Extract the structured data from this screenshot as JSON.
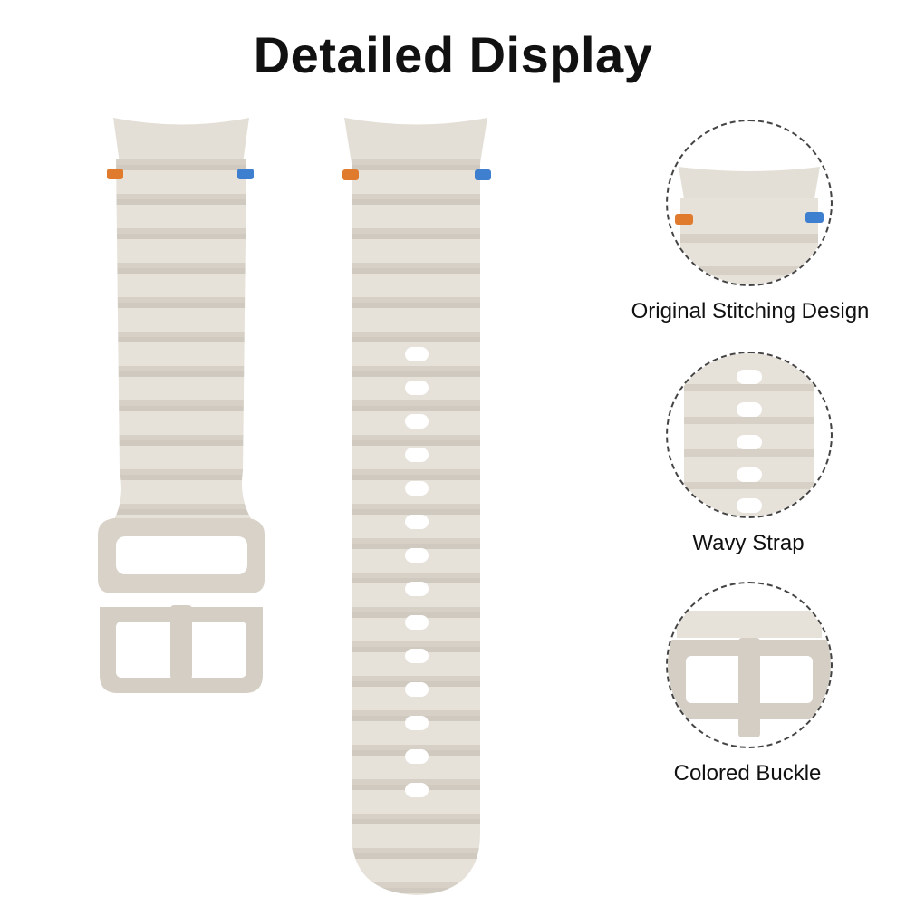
{
  "title": "Detailed Display",
  "colors": {
    "strap": "#e6e1d9",
    "strap_shade": "#d2ccc2",
    "stitch_left": "#e07b2e",
    "stitch_right": "#3f7fd0",
    "text": "#111111"
  },
  "features": [
    {
      "caption": "Original Stitching Design",
      "icon": "stitching-detail-icon"
    },
    {
      "caption": "Wavy Strap",
      "icon": "wavy-strap-detail-icon"
    },
    {
      "caption": "Colored Buckle",
      "icon": "buckle-detail-icon"
    }
  ]
}
